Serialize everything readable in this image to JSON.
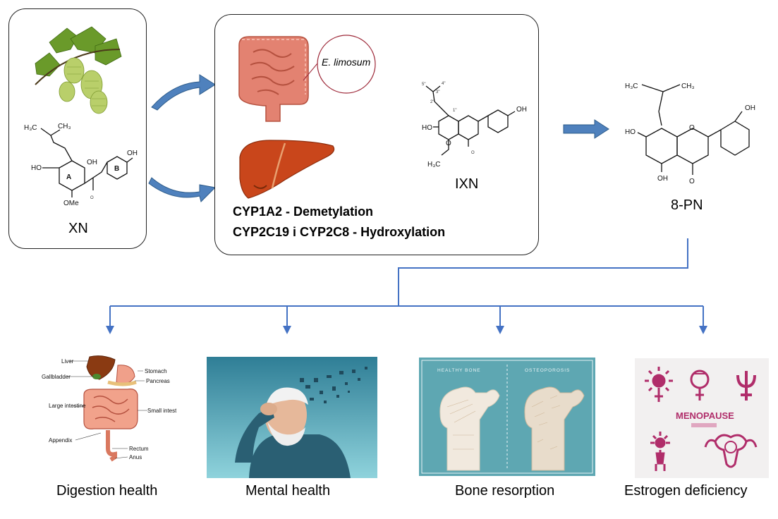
{
  "xn_box": {
    "label": "XN",
    "structure_labels": {
      "ring_a": "A",
      "ring_b": "B",
      "oh_top": "OH",
      "oh_left": "HO",
      "oh_mid": "OH",
      "ome": "OMe",
      "h3c": "H₃C",
      "ch3": "CH₃"
    }
  },
  "metabolism_box": {
    "bacterium": "E. limosum",
    "line1": "CYP1A2 - Demetylation",
    "line2": "CYP2C19 i CYP2C8 - Hydroxylation",
    "ixn_label": "IXN",
    "ixn_labels": {
      "oh_right": "OH",
      "ho_left": "HO",
      "h3c": "H₃C",
      "o": "O"
    }
  },
  "product": {
    "label": "8-PN",
    "atoms": {
      "h3c": "H₃C",
      "ch3": "CH₃",
      "ho": "HO",
      "oh_top": "OH",
      "oh_bottom": "OH",
      "o_ring": "O",
      "o_keto": "O"
    }
  },
  "outcomes": [
    {
      "label": "Digestion health"
    },
    {
      "label": "Mental health"
    },
    {
      "label": "Bone resorption"
    },
    {
      "label": "Estrogen deficiency"
    }
  ],
  "digestion_parts": [
    "Liver",
    "Gallbladder",
    "Stomach",
    "Pancreas",
    "Large intestine",
    "Small intestine",
    "Appendix",
    "Rectum",
    "Anus"
  ],
  "bone_panels": {
    "left": "HEALTHY BONE",
    "right": "OSTEOPOROSIS"
  },
  "menopause": {
    "title": "MENOPAUSE"
  },
  "colors": {
    "arrow_blue": "#4f81bd",
    "flow_line": "#4472c4",
    "liver": "#c4451c",
    "intestine": "#e0826e",
    "menopause": "#b02d6a",
    "teal_bg": "#5ea7b2"
  }
}
